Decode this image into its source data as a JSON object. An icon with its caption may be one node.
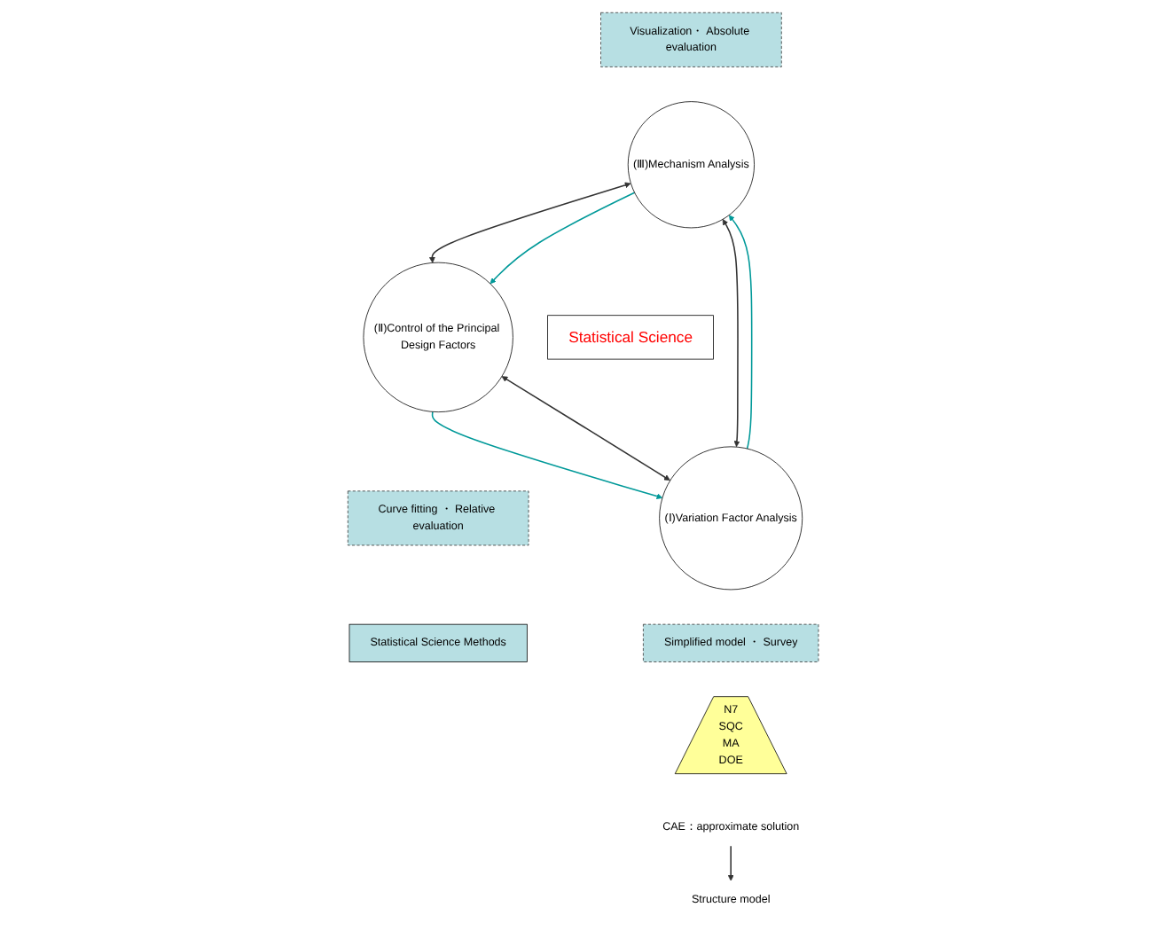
{
  "diagram": {
    "nodes": [
      {
        "text": [
          "Visualization・ Absolute evaluation"
        ]
      },
      {
        "text": [
          "(Ⅲ)Mechanism Analysis"
        ]
      },
      {
        "text": [
          "Statistical Science"
        ]
      },
      {
        "text": [
          "(Ⅰ)Variation Factor Analysis"
        ]
      },
      {
        "text": [
          "(Ⅱ)Control of the Principal Design Factors"
        ]
      },
      {
        "text": [
          "Simplified model ・ Survey"
        ]
      },
      {
        "text": [
          "Curve fitting ・ Relative evaluation"
        ]
      },
      {
        "text": [
          "Statistical Science Methods"
        ]
      },
      {
        "text": [
          "N7",
          "SQC",
          "MA",
          "DOE"
        ]
      },
      {
        "text": [
          "CAE：approximate solution"
        ]
      },
      {
        "text": [
          "Structure model"
        ]
      }
    ],
    "edges": [
      {
        "from": 3,
        "to": 1,
        "arrow": "both"
      },
      {
        "from": 1,
        "to": 4,
        "arrow": "both"
      },
      {
        "from": 3,
        "to": 4,
        "arrow": "both"
      },
      {
        "from": 1,
        "to": 4,
        "arrow": "to",
        "color": "#009999"
      },
      {
        "from": 4,
        "to": 3,
        "arrow": "to",
        "color": "#009999"
      },
      {
        "from": 3,
        "to": 1,
        "arrow": "to",
        "color": "#009999"
      },
      {
        "from": 9,
        "to": 10,
        "arrow": "to"
      }
    ]
  }
}
